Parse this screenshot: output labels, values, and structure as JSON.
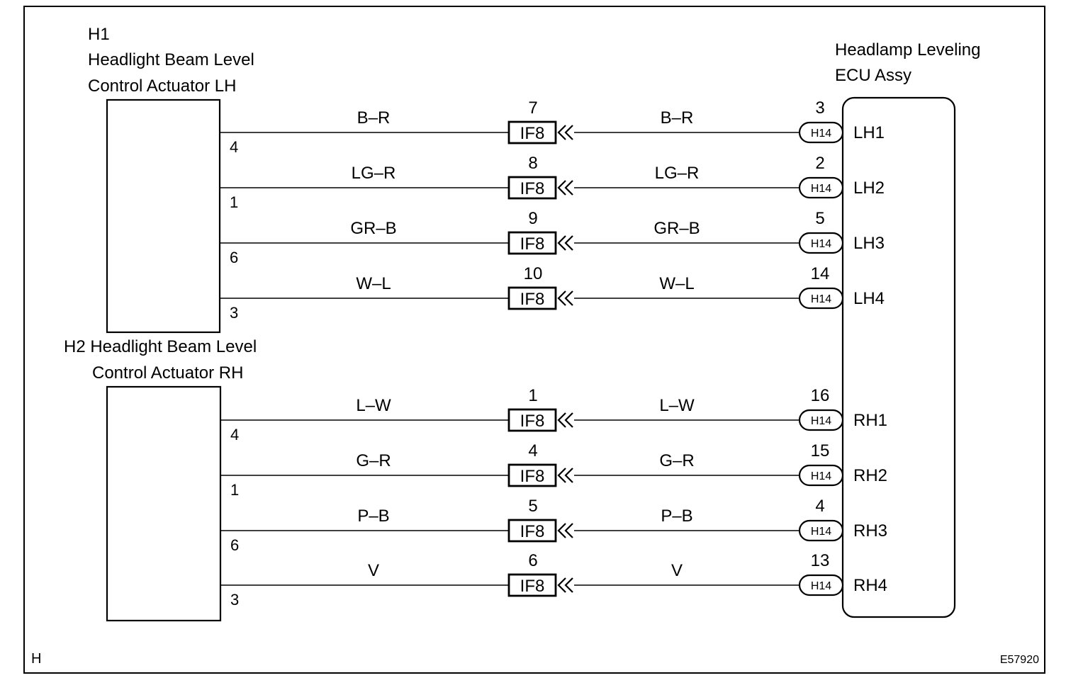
{
  "actuator_lh": {
    "code": "H1",
    "name_line1": "Headlight Beam Level",
    "name_line2": "Control Actuator LH"
  },
  "actuator_rh": {
    "name_line1": "H2 Headlight Beam Level",
    "name_line2": "Control Actuator RH"
  },
  "ecu": {
    "name_line1": "Headlamp Leveling",
    "name_line2": "ECU Assy"
  },
  "connector_label": "H14",
  "junction_label": "IF8",
  "wires": [
    {
      "actuator_pin": "4",
      "color": "B–R",
      "junction_pin": "7",
      "ecu_pin": "3",
      "ecu_terminal": "LH1"
    },
    {
      "actuator_pin": "1",
      "color": "LG–R",
      "junction_pin": "8",
      "ecu_pin": "2",
      "ecu_terminal": "LH2"
    },
    {
      "actuator_pin": "6",
      "color": "GR–B",
      "junction_pin": "9",
      "ecu_pin": "5",
      "ecu_terminal": "LH3"
    },
    {
      "actuator_pin": "3",
      "color": "W–L",
      "junction_pin": "10",
      "ecu_pin": "14",
      "ecu_terminal": "LH4"
    },
    {
      "actuator_pin": "4",
      "color": "L–W",
      "junction_pin": "1",
      "ecu_pin": "16",
      "ecu_terminal": "RH1"
    },
    {
      "actuator_pin": "1",
      "color": "G–R",
      "junction_pin": "4",
      "ecu_pin": "15",
      "ecu_terminal": "RH2"
    },
    {
      "actuator_pin": "6",
      "color": "P–B",
      "junction_pin": "5",
      "ecu_pin": "4",
      "ecu_terminal": "RH3"
    },
    {
      "actuator_pin": "3",
      "color": "V",
      "junction_pin": "6",
      "ecu_pin": "13",
      "ecu_terminal": "RH4"
    }
  ],
  "footer": {
    "left_code": "H",
    "figure_id": "E57920"
  }
}
